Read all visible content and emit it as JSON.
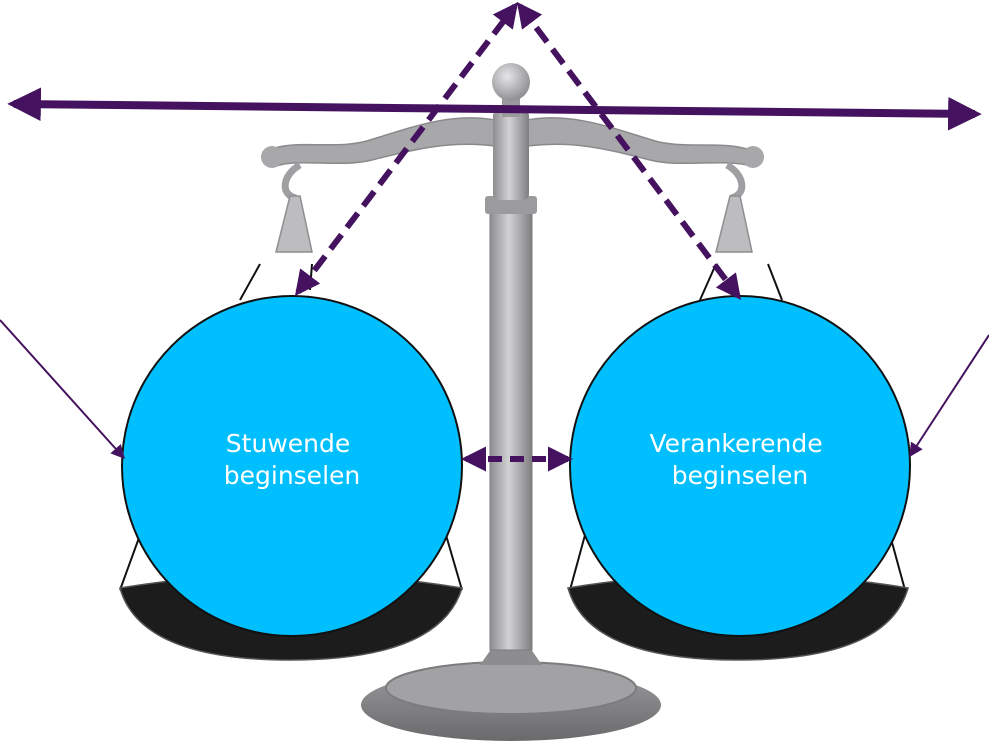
{
  "colors": {
    "arrow": "#44125e",
    "circle_fill": "#00bfff",
    "circle_stroke": "#111111",
    "circle_text": "#ffffff",
    "scale_metal": "#a9a9ab",
    "scale_dark": "#7b7b7d",
    "pan": "#1c1c1c"
  },
  "left_circle": {
    "line1": "Stuwende",
    "line2": "beginselen"
  },
  "right_circle": {
    "line1": "Verankerende",
    "line2": "beginselen"
  },
  "icons": [
    "balance-scale-icon"
  ]
}
